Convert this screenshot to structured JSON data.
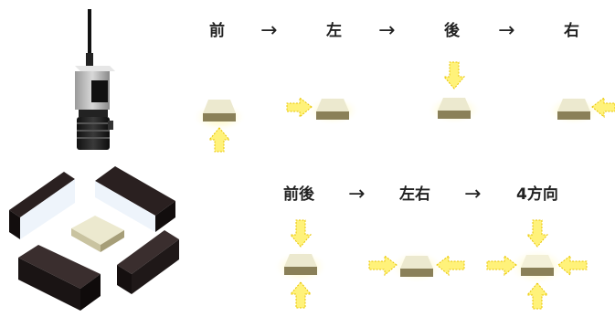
{
  "sequence_top": {
    "steps": [
      "前",
      "左",
      "後",
      "右"
    ],
    "arrow": "→"
  },
  "sequence_bottom": {
    "steps": [
      "前後",
      "左右",
      "4方向"
    ],
    "arrow": "→"
  },
  "colors": {
    "light_arrow_fill": "#fff27a",
    "light_arrow_stroke": "#e8c400",
    "glow": "#fff6b0",
    "workpiece_top": "#ece9cf",
    "workpiece_side": "#8a8058",
    "light_bar_dark": "#1a1414",
    "light_bar_face": "#eef4fb"
  },
  "icons": [
    "camera-icon",
    "light-bar-icon",
    "workpiece-icon",
    "light-direction-arrow-icon"
  ]
}
